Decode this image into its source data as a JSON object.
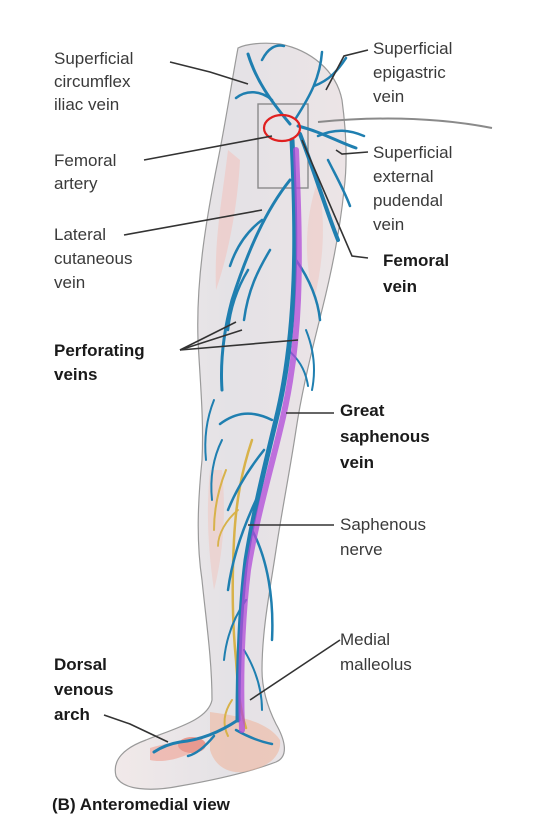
{
  "labels": {
    "superficial_circumflex_iliac_vein": [
      "Superficial",
      "circumflex",
      "iliac vein"
    ],
    "femoral_artery": [
      "Femoral",
      "artery"
    ],
    "lateral_cutaneous_vein": [
      "Lateral",
      "cutaneous",
      "vein"
    ],
    "perforating_veins": [
      "Perforating",
      "veins"
    ],
    "dorsal_venous_arch": [
      "Dorsal",
      "venous",
      "arch"
    ],
    "superficial_epigastric_vein": [
      "Superficial",
      "epigastric",
      "vein"
    ],
    "superficial_external_pudendal_vein": [
      "Superficial",
      "external",
      "pudendal",
      "vein"
    ],
    "femoral_vein": [
      "Femoral",
      "vein"
    ],
    "great_saphenous_vein": [
      "Great",
      "saphenous",
      "vein"
    ],
    "saphenous_nerve": [
      "Saphenous",
      "nerve"
    ],
    "medial_malleolus": [
      "Medial",
      "malleolus"
    ]
  },
  "caption": "(B) Anteromedial view",
  "colors": {
    "vein": "#1f7fb0",
    "highlight": "#b04ad8",
    "nerve": "#d8b24a",
    "skin": "#ebe6e6",
    "marker_circle": "#e02020"
  }
}
